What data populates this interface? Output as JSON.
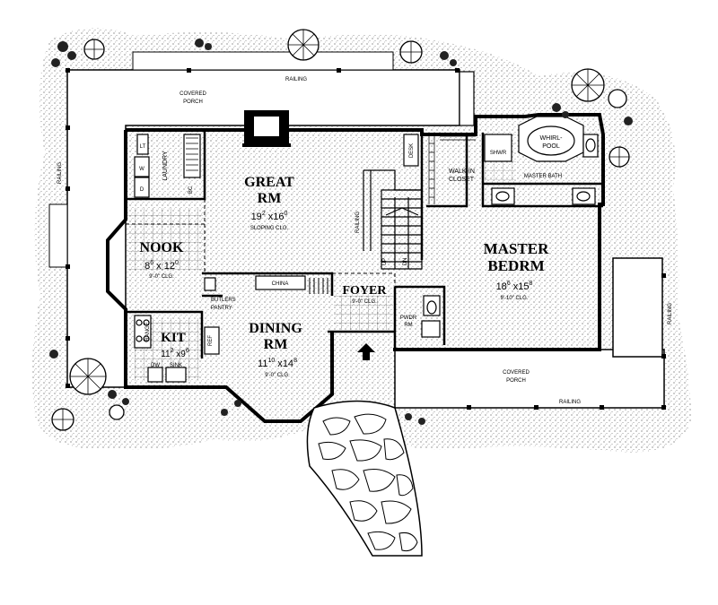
{
  "plan": {
    "rooms": {
      "great_rm": {
        "name_line1": "GREAT",
        "name_line2": "RM",
        "dim_w": "19",
        "dim_w_sup": "2",
        "dim_h": "16",
        "dim_h_sup": "0",
        "note": "SLOPING CLG."
      },
      "nook": {
        "name": "NOOK",
        "dim_w": "8",
        "dim_w_sup": "6",
        "dim_h": "12",
        "dim_h_sup": "0",
        "note": "9'-0\" CLG."
      },
      "kit": {
        "name": "KIT",
        "dim_w": "11",
        "dim_w_sup": "2",
        "dim_h": "9",
        "dim_h_sup": "6"
      },
      "dining_rm": {
        "name_line1": "DINING",
        "name_line2": "RM",
        "dim_w": "11",
        "dim_w_sup": "10",
        "dim_h": "14",
        "dim_h_sup": "8",
        "note": "9'-0\" CLG."
      },
      "foyer": {
        "name": "FOYER",
        "note": "9'-0\" CLG."
      },
      "master_bedrm": {
        "name_line1": "MASTER",
        "name_line2": "BEDRM",
        "dim_w": "18",
        "dim_w_sup": "6",
        "dim_h": "15",
        "dim_h_sup": "8",
        "note": "9'-10\" CLG."
      }
    },
    "labels": {
      "covered_porch_top_1": "COVERED",
      "covered_porch_top_2": "PORCH",
      "covered_porch_bottom_1": "COVERED",
      "covered_porch_bottom_2": "PORCH",
      "railing_top": "RAILING",
      "railing_left": "RAILING",
      "railing_bottom": "RAILING",
      "railing_right": "RAILING",
      "railing_stair": "RAILING",
      "laundry": "LAUNDRY",
      "bc": "BC",
      "w": "W",
      "d": "D",
      "lt": "LT",
      "desk": "DESK",
      "walk_in_1": "WALK-IN",
      "walk_in_2": "CLOSET",
      "shwr": "SHWR",
      "whirl_1": "WHIRL-",
      "whirl_2": "POOL",
      "master_bath": "MASTER BATH",
      "china": "CHINA",
      "butlers_1": "BUTLERS",
      "butlers_2": "PANTRY",
      "range": "RANGE",
      "ref": "REF",
      "dw": "DW",
      "sink": "SINK",
      "pwdr_1": "PWDR",
      "pwdr_2": "RM",
      "up": "UP",
      "dn": "DN"
    }
  }
}
